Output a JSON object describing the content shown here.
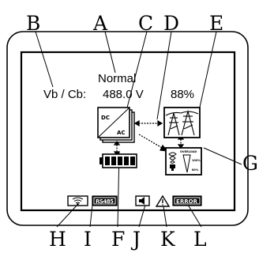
{
  "callouts": {
    "A": "A",
    "B": "B",
    "C": "C",
    "D": "D",
    "E": "E",
    "F": "F",
    "G": "G",
    "H": "H",
    "I": "I",
    "J": "J",
    "K": "K",
    "L": "L"
  },
  "lcd": {
    "status": "Normal",
    "readout_label": "Vb / Cb:",
    "voltage": "488.0 V",
    "capacity": "88%",
    "converter_top": "DC",
    "converter_bottom": "AC",
    "battery_bars_filled": 5,
    "load_label": "OVERLOAD",
    "load_watts": "100%",
    "load_level": "80%",
    "comm_label": "RS485",
    "error_label": "ERROR"
  },
  "icons": {
    "wifi": "wifi-icon",
    "speaker": "speaker-mute-icon",
    "warning": "warning-triangle-icon",
    "grid": "power-tower-icon",
    "bulb": "light-bulb-icon"
  },
  "colors": {
    "ink": "#000000",
    "paper": "#ffffff"
  }
}
